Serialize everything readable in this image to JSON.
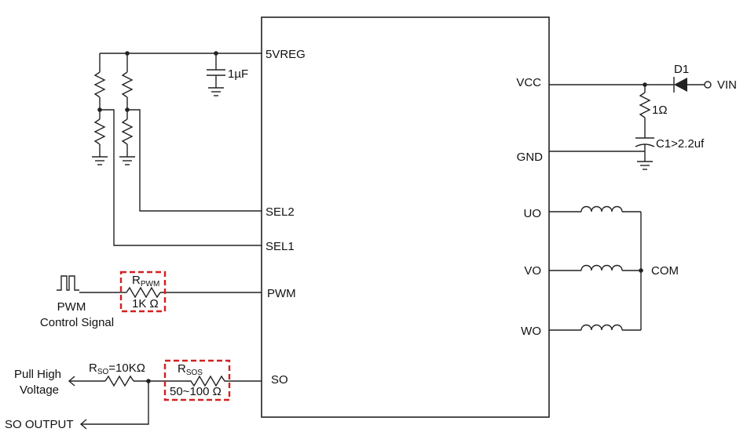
{
  "ic": {
    "pins_left": {
      "vreg": "5VREG",
      "sel2": "SEL2",
      "sel1": "SEL1",
      "pwm": "PWM",
      "so": "SO"
    },
    "pins_right": {
      "vcc": "VCC",
      "gnd": "GND",
      "uo": "UO",
      "vo": "VO",
      "wo": "WO"
    }
  },
  "components": {
    "cap_vreg": "1µF",
    "diode": "D1",
    "vin": "VIN",
    "r_vcc": "1Ω",
    "cap_vcc": "C1>2.2uf",
    "com": "COM",
    "r_pwm_main": "R",
    "r_pwm_sub": "PWM",
    "r_pwm_value": "1K Ω",
    "pwm_signal_line1": "PWM",
    "pwm_signal_line2": "Control Signal",
    "r_so_main": "R",
    "r_so_sub": "SO",
    "r_so_value": "=10KΩ",
    "r_sos_main": "R",
    "r_sos_sub": "SOS",
    "r_sos_value": "50~100 Ω",
    "pull_high_line1": "Pull High",
    "pull_high_line2": "Voltage",
    "so_output": "SO OUTPUT"
  },
  "colors": {
    "wire": "#222222",
    "highlight": "#d42020"
  }
}
